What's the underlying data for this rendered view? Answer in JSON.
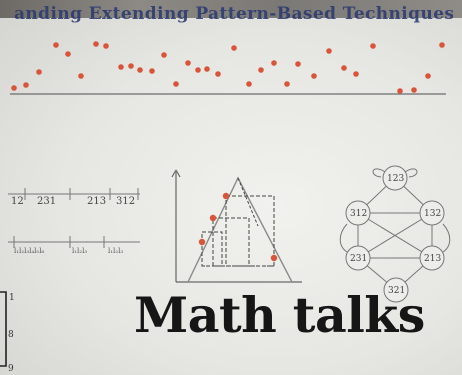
{
  "slide": {
    "title": "anding Extending Pattern-Based Techniques"
  },
  "permutation_labels": [
    "12",
    "231",
    "213",
    "312"
  ],
  "subscript_groups": [
    "l₁l₂l₃l₄l₅l₆",
    "l₁l₂l₃",
    "l₁l₂l₃"
  ],
  "graph_nodes": [
    "123",
    "132",
    "213",
    "321",
    "231",
    "312"
  ],
  "edge_digits": [
    "1",
    "8",
    "9"
  ],
  "watermark": {
    "text": "Math talks"
  },
  "colors": {
    "dot": "#d7553a",
    "title": "#2c3a6e",
    "board": "#e6e6e2"
  }
}
